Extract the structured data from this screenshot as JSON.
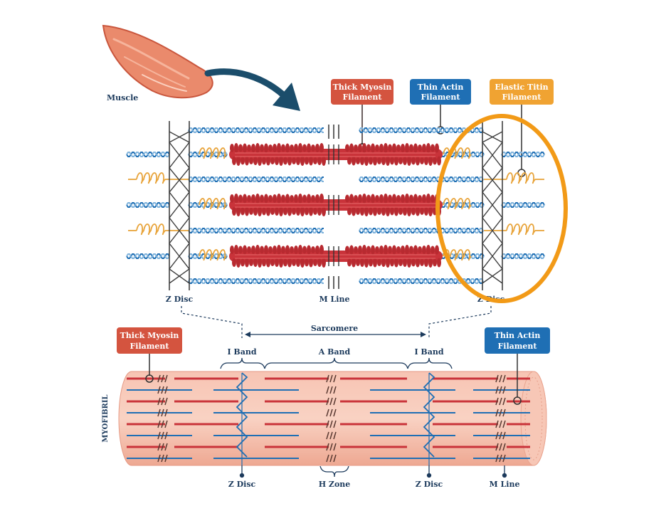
{
  "colors": {
    "myosin": "#c9333a",
    "myosin_box": "#d4543f",
    "actin": "#1f6fb4",
    "actin_box": "#1f6fb4",
    "titin": "#e8a43b",
    "titin_box": "#f0a332",
    "disc_line": "#3f3f3f",
    "label_text": "#1c3a5c",
    "highlight": "#f29a17",
    "muscle": "#ea8a6c",
    "arrow": "#1b4d6b",
    "tube": "#f5b8a4"
  },
  "icons": {
    "muscle": "muscle-icon",
    "arrow": "curved-arrow-icon"
  },
  "labels": {
    "muscle": "Muscle",
    "thick_myosin_top": [
      "Thick Myosin",
      "Filament"
    ],
    "thin_actin_top": [
      "Thin Actin",
      "Filament"
    ],
    "elastic_titin": [
      "Elastic Titin",
      "Filament"
    ],
    "z_disc_left": "Z Disc",
    "m_line_top": "M Line",
    "z_disc_right": "Z Disc",
    "sarcomere": "Sarcomere",
    "thick_myosin_bottom": [
      "Thick Myosin",
      "Filament"
    ],
    "thin_actin_bottom": [
      "Thin Actin",
      "Filament"
    ],
    "i_band_left": "I Band",
    "a_band": "A Band",
    "i_band_right": "I Band",
    "myofibril": "MYOFIBRIL",
    "z_disc_bottom_left": "Z Disc",
    "h_zone": "H Zone",
    "z_disc_bottom_right": "Z Disc",
    "m_line_bottom": "M Line"
  }
}
